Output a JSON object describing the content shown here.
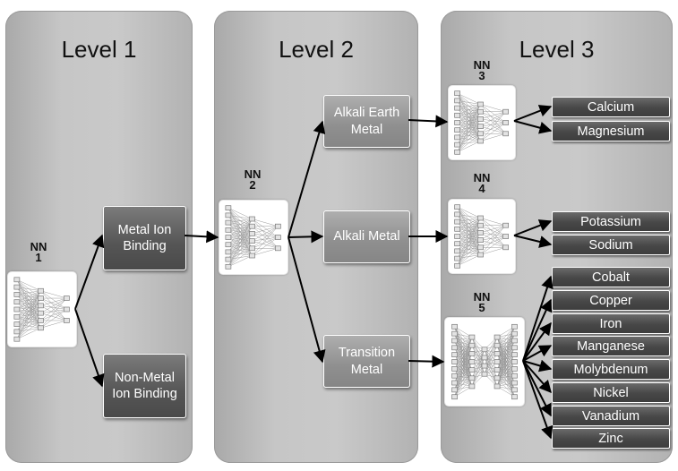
{
  "levels": [
    {
      "title": "Level 1"
    },
    {
      "title": "Level 2"
    },
    {
      "title": "Level 3"
    }
  ],
  "networks": {
    "nn1": "NN\n1",
    "nn2": "NN\n2",
    "nn3": "NN\n3",
    "nn4": "NN\n4",
    "nn5": "NN\n5"
  },
  "level1_nodes": {
    "metal_ion_binding": "Metal Ion\nBinding",
    "non_metal_ion_binding": "Non-Metal\nIon Binding"
  },
  "level2_nodes": {
    "alkali_earth_metal": "Alkali Earth\nMetal",
    "alkali_metal": "Alkali Metal",
    "transition_metal": "Transition\nMetal"
  },
  "level3_outputs": {
    "alkali_earth": [
      "Calcium",
      "Magnesium"
    ],
    "alkali": [
      "Potassium",
      "Sodium"
    ],
    "transition": [
      "Cobalt",
      "Copper",
      "Iron",
      "Manganese",
      "Molybdenum",
      "Nickel",
      "Vanadium",
      "Zinc"
    ]
  }
}
